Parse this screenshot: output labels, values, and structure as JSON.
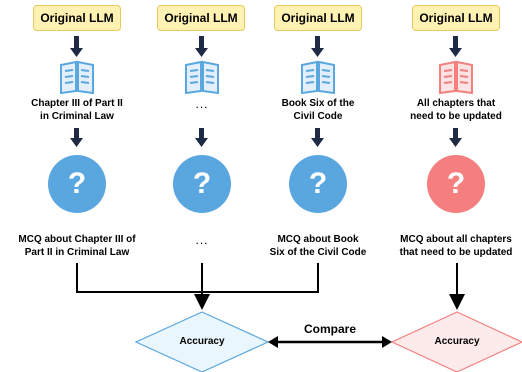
{
  "columns": [
    {
      "llm_label": "Original LLM",
      "book_label": "Chapter III of Part II\nin Criminal Law",
      "mcq_label": "MCQ about Chapter III of\nPart II in Criminal Law"
    },
    {
      "llm_label": "Original LLM",
      "book_label": "...",
      "mcq_label": "..."
    },
    {
      "llm_label": "Original LLM",
      "book_label": "Book Six of the\nCivil Code",
      "mcq_label": "MCQ about Book\nSix of the Civil Code"
    },
    {
      "llm_label": "Original LLM",
      "book_label": "All chapters that\nneed to be updated",
      "mcq_label": "MCQ about all chapters\nthat need to be updated"
    }
  ],
  "question_mark": "?",
  "accuracy_left": "Accuracy",
  "accuracy_right": "Accuracy",
  "compare_label": "Compare",
  "colors": {
    "llm_fill": "#fff2b3",
    "llm_border": "#e8c95b",
    "blue": "#5aa7e0",
    "red": "#f57f7f",
    "arrow": "#1f2a44"
  },
  "icons": [
    "book-icon",
    "question-icon",
    "arrow-down-icon",
    "double-arrow-icon"
  ]
}
